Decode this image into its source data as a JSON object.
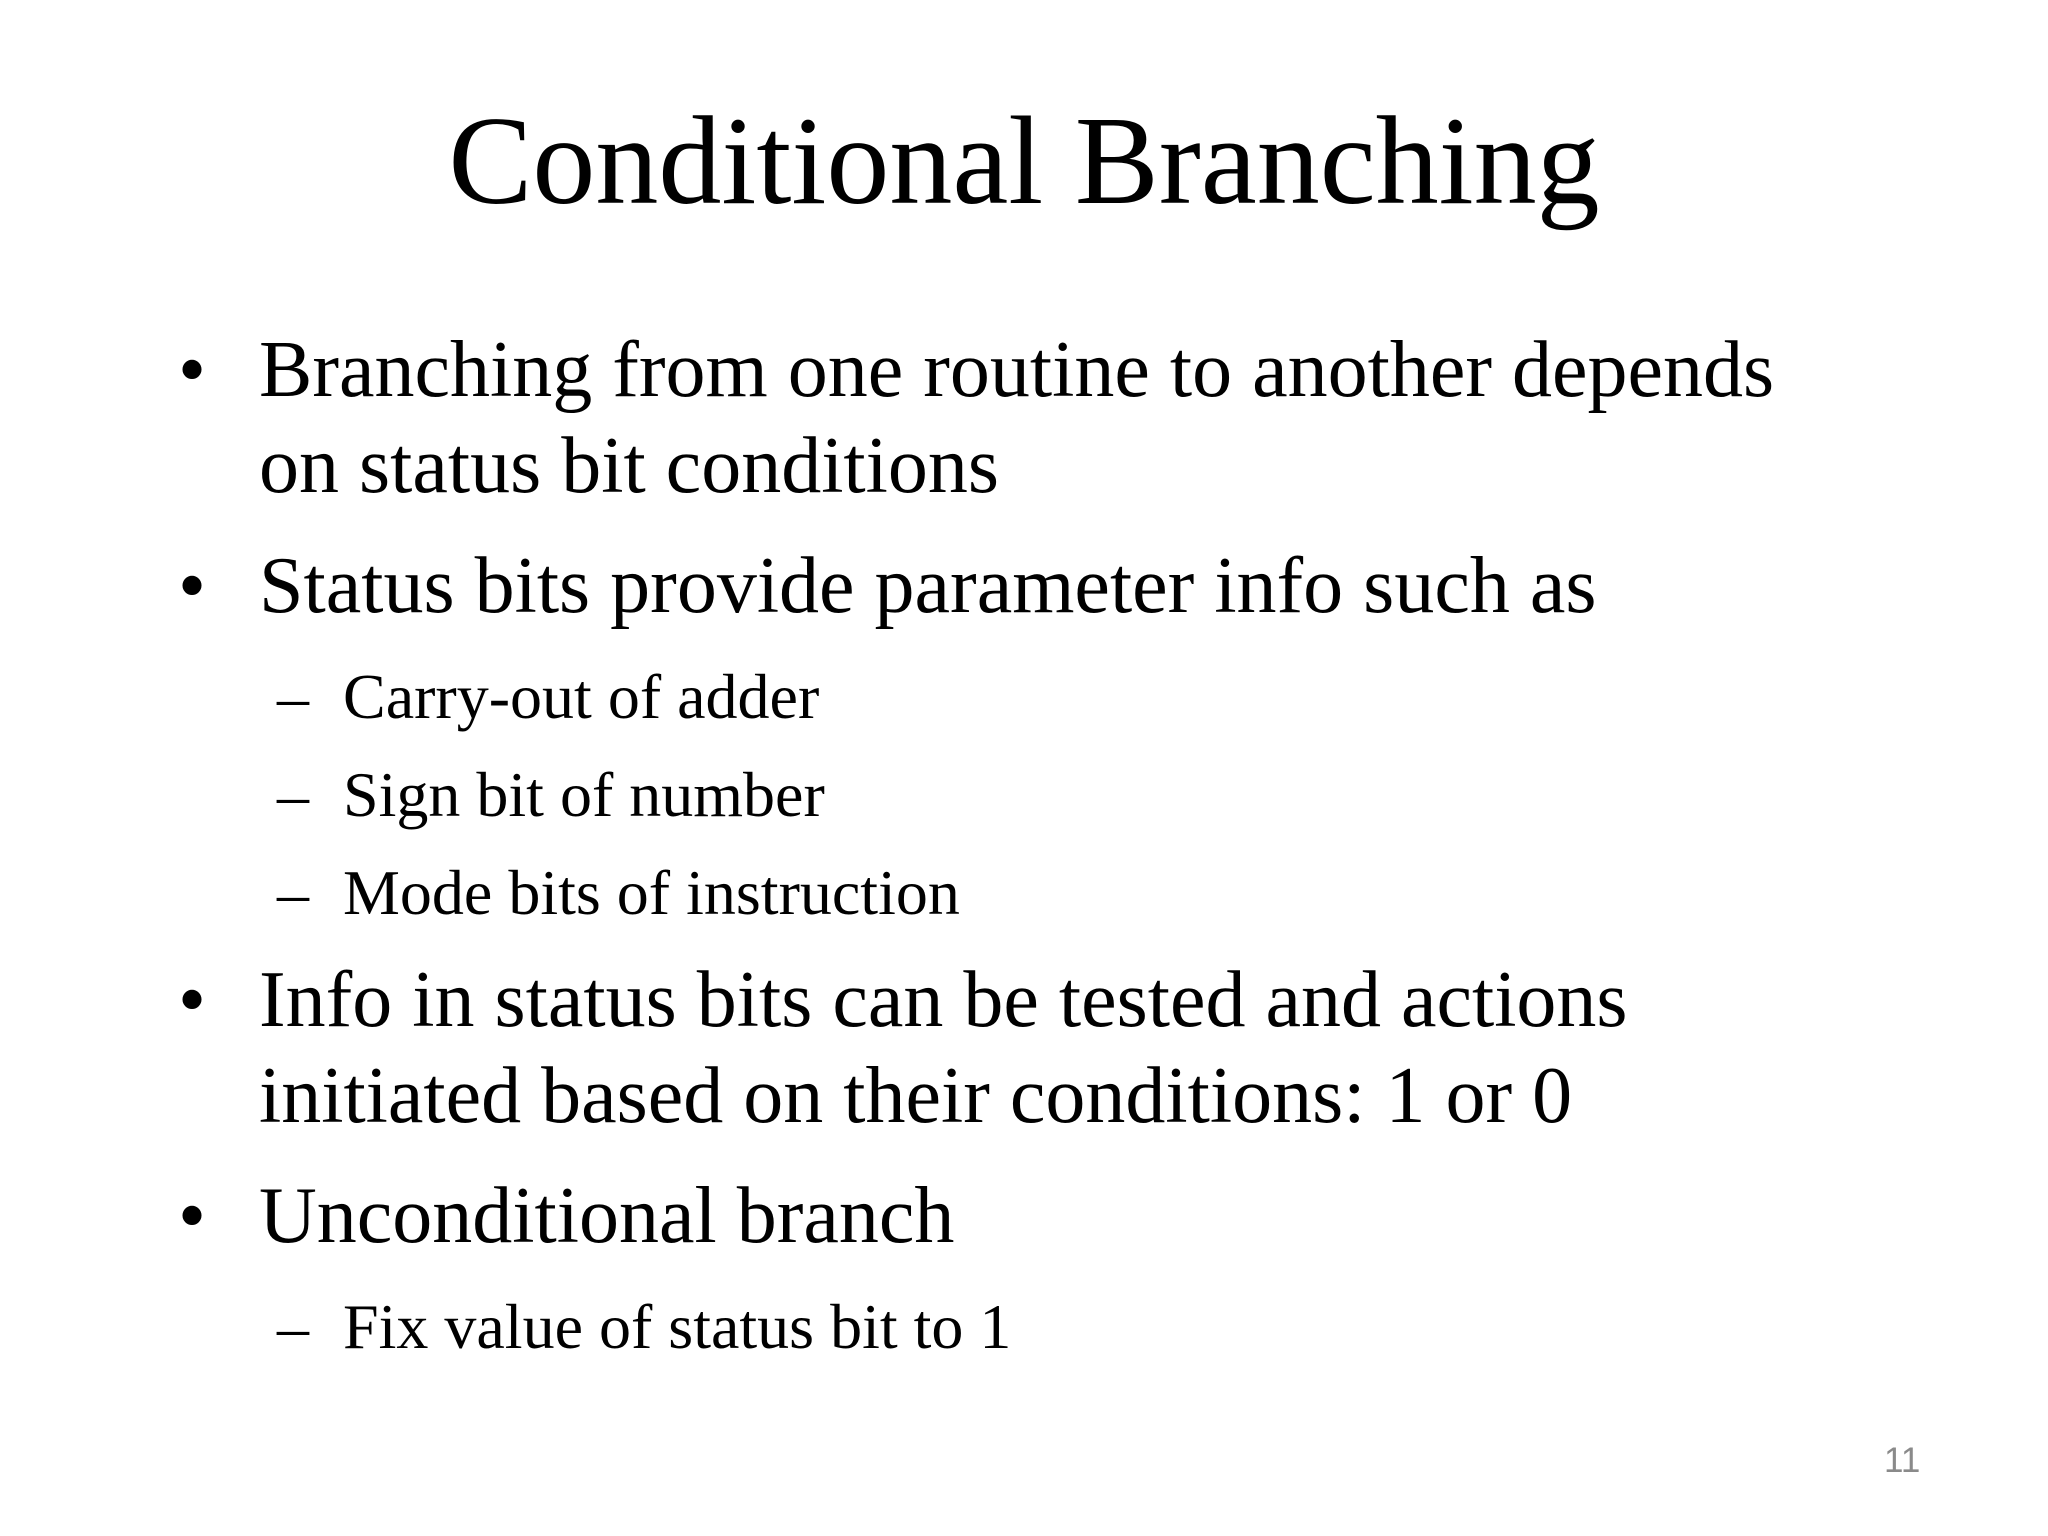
{
  "slide": {
    "title": "Conditional Branching",
    "page_number": "11",
    "markers": {
      "level1": "•",
      "level2": "–"
    },
    "colors": {
      "background": "#ffffff",
      "text": "#000000",
      "page_number": "#8a8a8a"
    },
    "bullets": [
      {
        "level": 1,
        "lines": [
          "Branching from one routine to another depends",
          "on status bit conditions"
        ]
      },
      {
        "level": 1,
        "lines": [
          "Status bits provide parameter info such as"
        ]
      },
      {
        "level": 2,
        "lines": [
          "Carry-out of adder"
        ]
      },
      {
        "level": 2,
        "lines": [
          "Sign bit of number"
        ]
      },
      {
        "level": 2,
        "lines": [
          "Mode bits of instruction"
        ]
      },
      {
        "level": 1,
        "lines": [
          "Info in status bits can be tested and actions",
          "initiated based on their conditions: 1 or 0"
        ]
      },
      {
        "level": 1,
        "lines": [
          "Unconditional branch"
        ]
      },
      {
        "level": 2,
        "lines": [
          "Fix value of status bit to 1"
        ]
      }
    ]
  }
}
